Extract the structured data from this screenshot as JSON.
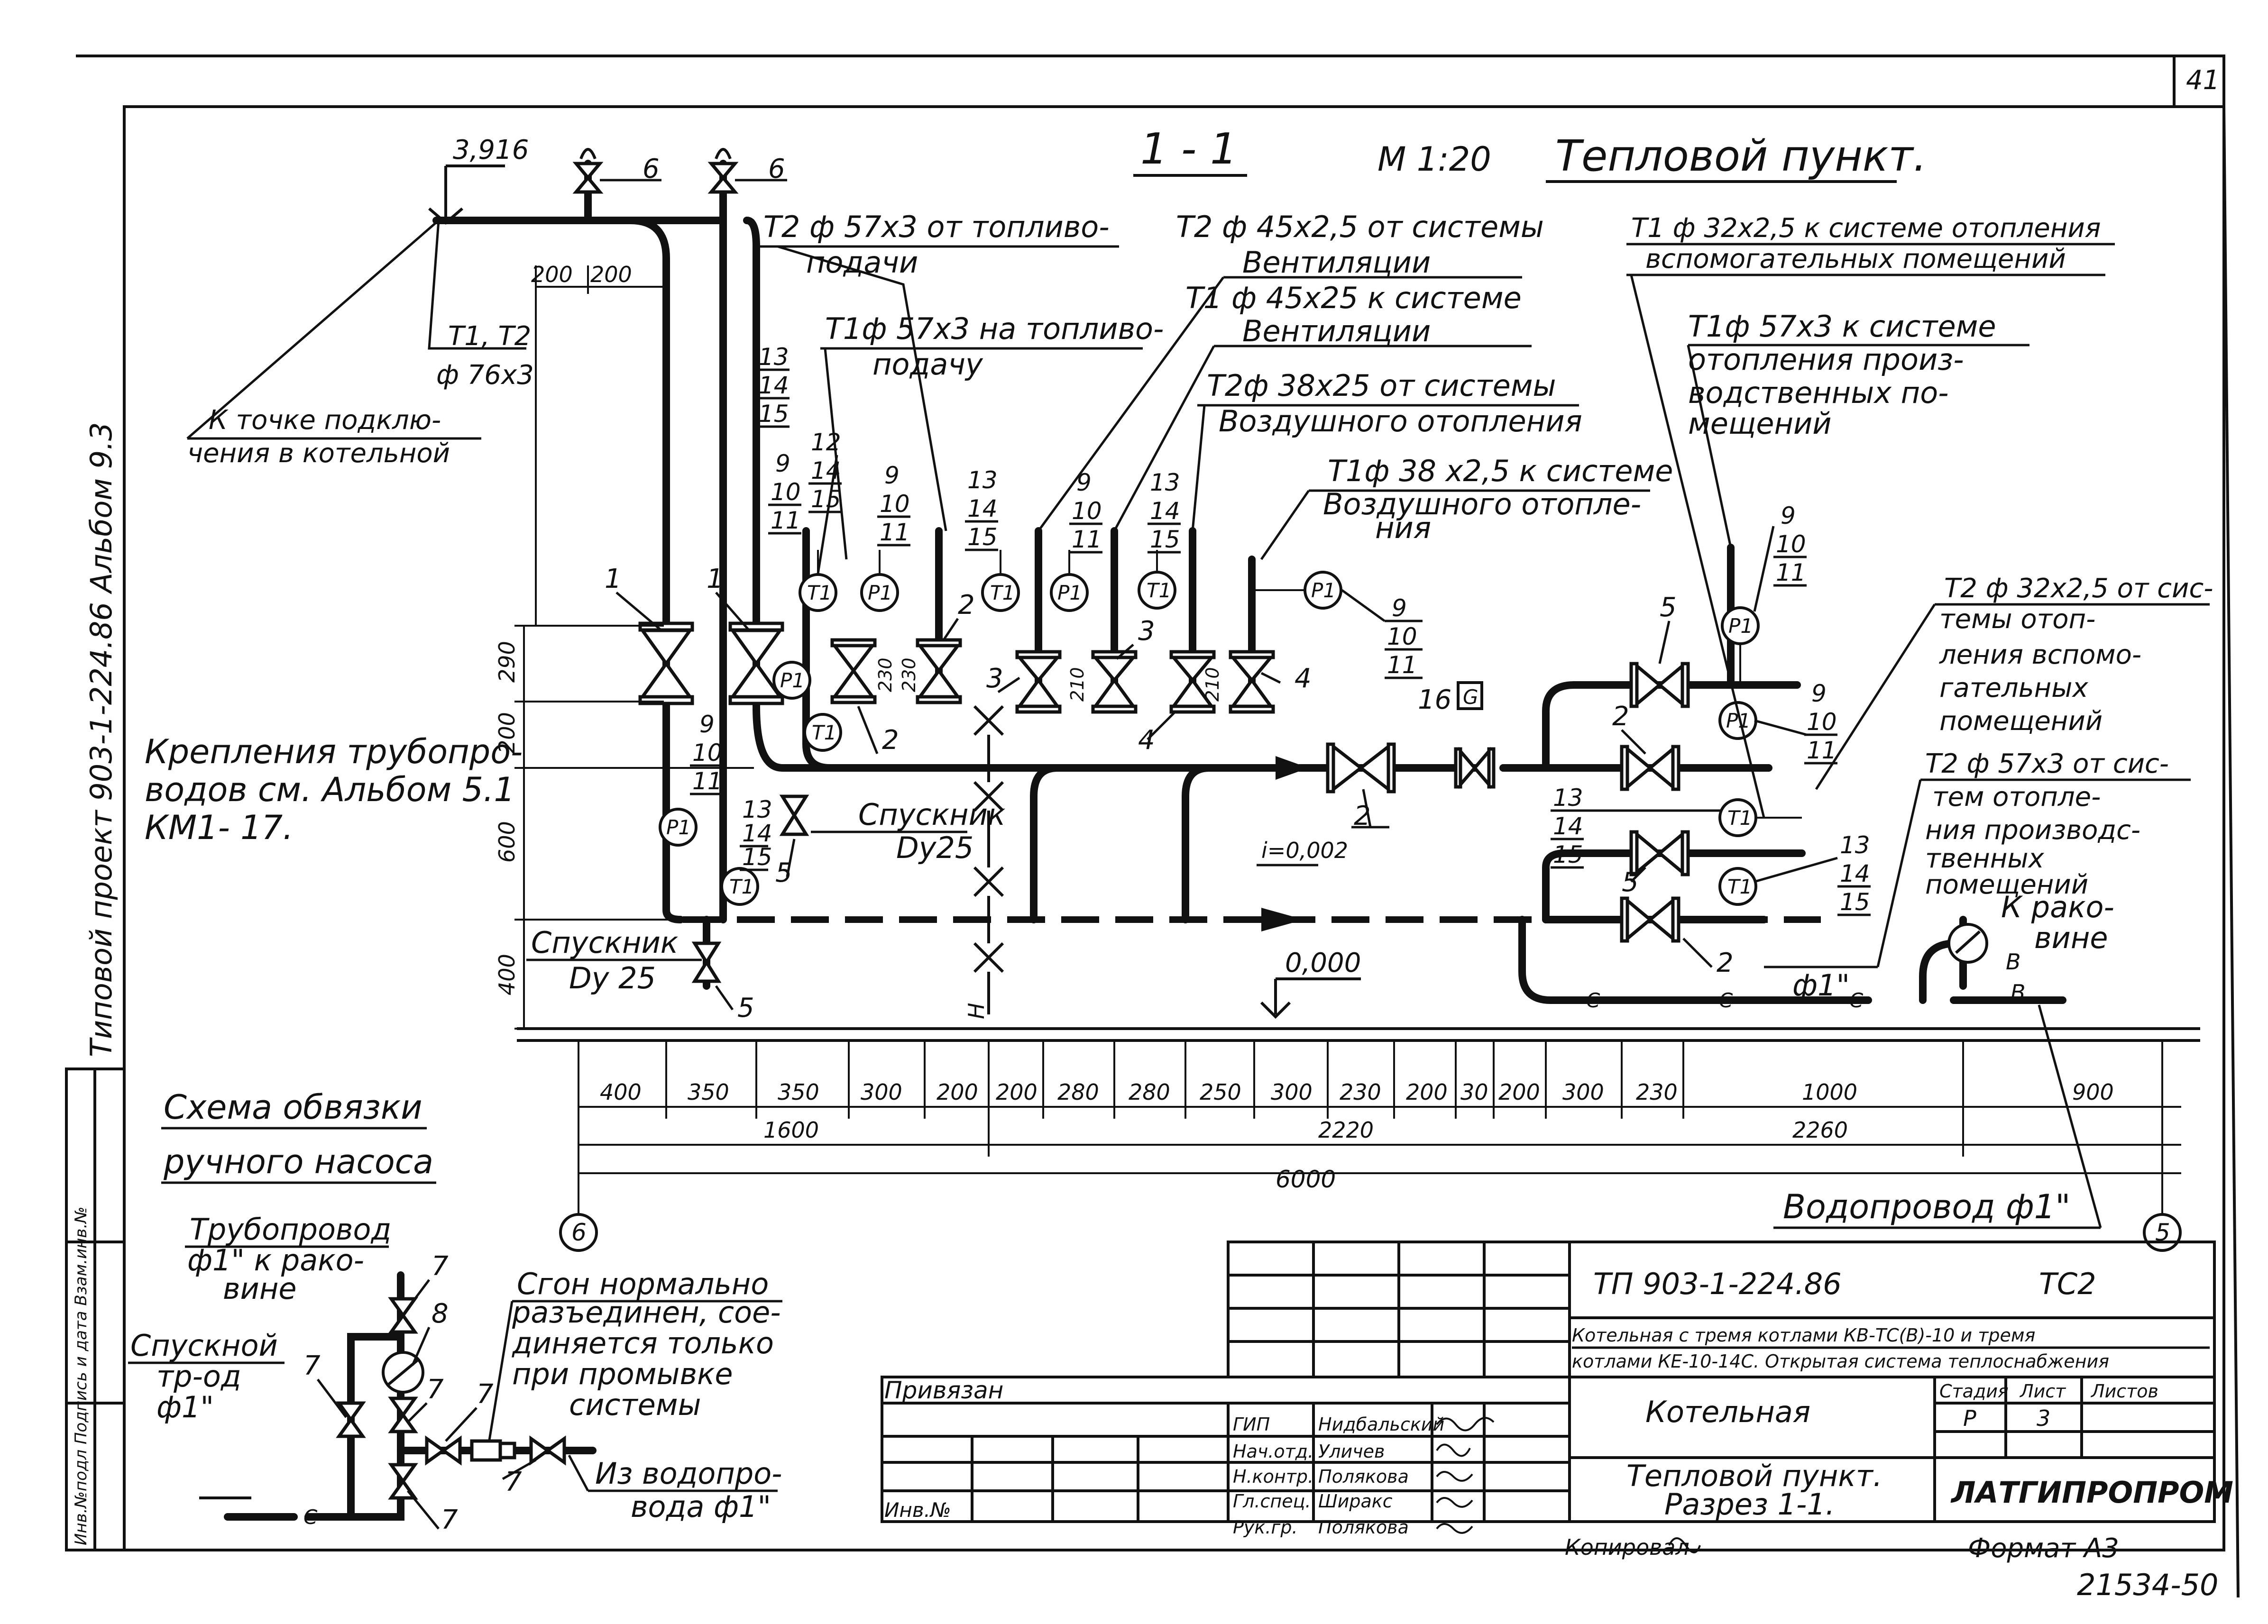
{
  "sheet": {
    "page_number": "41",
    "section_title": "1 - 1",
    "scale": "М 1:20",
    "title": "Тепловой пункт.",
    "elevation_top": "3,916",
    "elevation_zero": "0,000",
    "slope": "i=0,002"
  },
  "side_notes": {
    "album": "Типовой проект 903-1-224.86 Альбом 9.3",
    "mounting_1": "Крепления трубопро-",
    "mounting_2": "водов см. Альбом 5.1",
    "mounting_3": "КМ1- 17.",
    "stamp_strip": "Инв.№подл  Подпись и дата  Взам.инв.№"
  },
  "pipe_labels": {
    "connect_1": "К точке подклю-",
    "connect_2": "чения в котельной",
    "t1t2": "Т1, Т2",
    "t1t2_dia": "ф 76х3",
    "fuel_ret_1": "Т2 ф 57х3  от топливо-",
    "fuel_ret_2": "подачи",
    "fuel_sup_1": "Т1ф 57х3 на топливо-",
    "fuel_sup_2": "подачу",
    "vent_ret_1": "Т2 ф 45х2,5 от системы",
    "vent_ret_2": "Вентиляции",
    "vent_sup_1": "Т1 ф 45х25  к системе",
    "vent_sup_2": "Вентиляции",
    "air_ret_1": "Т2ф 38х25 от системы",
    "air_ret_2": "Воздушного отопления",
    "air_sup_1": "Т1ф 38 х2,5 к системе",
    "air_sup_2": "Воздушного отопле-",
    "air_sup_3": "ния",
    "aux_sup_1": "Т1 ф 32х2,5 к системе отопления",
    "aux_sup_2": "вспомогательных помещений",
    "prod_sup_1": "Т1ф 57х3 к системе",
    "prod_sup_2": "отопления произ-",
    "prod_sup_3": "водственных по-",
    "prod_sup_4": "мещений",
    "aux_ret_1": "Т2 ф 32х2,5 от сис-",
    "aux_ret_2": "темы  отоп-",
    "aux_ret_3": "ления вспомо-",
    "aux_ret_4": "гательных",
    "aux_ret_5": "помещений",
    "prod_ret_1": "Т2 ф 57х3 от сис-",
    "prod_ret_2": "тем отопле-",
    "prod_ret_3": "ния производс-",
    "prod_ret_4": "твенных",
    "prod_ret_5": "помещений",
    "sink_1": "К рако-",
    "sink_2": "вине",
    "water_main": "Водопровод ф1\"",
    "drain1_1": "Спускник",
    "drain1_2": "Dу 25",
    "drain2_1": "Спускник",
    "drain2_2": "Dу25",
    "phi1": "ф1\"",
    "v": "В",
    "c": "С"
  },
  "callouts": {
    "n1": "1",
    "n2": "2",
    "n3": "3",
    "n4": "4",
    "n5": "5",
    "n6": "6",
    "n7": "7",
    "n8": "8",
    "n9": "9",
    "n10": "10",
    "n11": "11",
    "n12": "12",
    "n13": "13",
    "n14": "14",
    "n15": "15",
    "n16": "16",
    "g": "G",
    "p1": "P1",
    "t1": "T1",
    "h": "Н"
  },
  "vertical_dims": [
    "290",
    "200",
    "600",
    "400"
  ],
  "dimensions": {
    "row1": [
      "400",
      "350",
      "350",
      "300",
      "200",
      "200",
      "280",
      "280",
      "250",
      "300",
      "230",
      "200",
      "30",
      "200",
      "300",
      "230",
      "1000",
      "900"
    ],
    "row2": [
      "1600",
      "2220",
      "2260"
    ],
    "total": "6000",
    "small": [
      "200",
      "200"
    ],
    "v210a": "210",
    "v210b": "210",
    "v230a": "230",
    "v230b": "230",
    "axis_left": "6",
    "axis_right": "5"
  },
  "pump_scheme": {
    "title_1": "Схема обвязки",
    "title_2": "ручного насоса",
    "pipe_1": "Трубопровод",
    "pipe_2": "ф1\" к рако-",
    "pipe_3": "вине",
    "drain_1": "Спускной",
    "drain_2": "тр-од",
    "drain_3": "ф1\"",
    "note_1": "Сгон нормально",
    "note_2": "разъединен, сое-",
    "note_3": "диняется только",
    "note_4": "при промывке",
    "note_5": "системы",
    "water_1": "Из водопро-",
    "water_2": "вода ф1\""
  },
  "title_block": {
    "project": "ТП 903-1-224.86",
    "mark": "ТС2",
    "desc_1": "Котельная с тремя котлами КВ-ТС(В)-10 и тремя",
    "desc_2": "котлами КЕ-10-14С. Открытая система теплоснабжения",
    "building": "Котельная",
    "sheet_title_1": "Тепловой пункт.",
    "sheet_title_2": "Разрез 1-1.",
    "stage_h": "Стадия",
    "sheet_h": "Лист",
    "sheets_h": "Листов",
    "stage": "Р",
    "sheet": "3",
    "org": "ЛАТГИПРОПРОМ",
    "bound": "Привязан",
    "inv": "Инв.№",
    "roles": [
      "ГИП",
      "Нач.отд.",
      "Н.контр.",
      "Гл.спец.",
      "Рук.гр."
    ],
    "names": [
      "Нидбальский",
      "Уличев",
      "Полякова",
      "Шиpакс",
      "Полякова"
    ],
    "copied": "Копировал",
    "format": "Формат А3",
    "code": "21534-50"
  }
}
